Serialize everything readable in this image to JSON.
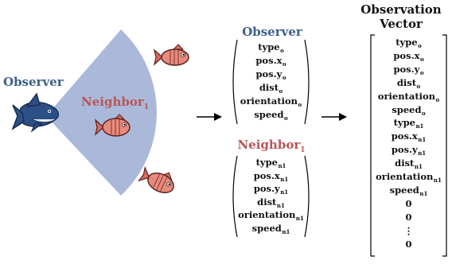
{
  "scene": {
    "observer_label": "Observer",
    "neighbor_label": "Neighbor",
    "neighbor_subscript": "1",
    "colors": {
      "observer": "#3b5f8a",
      "neighbor": "#b85557",
      "view_cone": "#aab9da",
      "shark_body": "#2c4f86",
      "fish_body": "#e98a7d"
    },
    "icons": [
      "shark-icon",
      "fish-icon",
      "fish-icon",
      "fish-icon"
    ]
  },
  "observer_block": {
    "title": "Observer",
    "fields": [
      {
        "name": "type",
        "sub": "o"
      },
      {
        "name": "pos.x",
        "sub": "o"
      },
      {
        "name": "pos.y",
        "sub": "o"
      },
      {
        "name": "dist",
        "sub": "o"
      },
      {
        "name": "orientation",
        "sub": "o"
      },
      {
        "name": "speed",
        "sub": "o"
      }
    ]
  },
  "neighbor_block": {
    "title": "Neighbor",
    "title_sub": "1",
    "fields": [
      {
        "name": "type",
        "sub": "n1"
      },
      {
        "name": "pos.x",
        "sub": "n1"
      },
      {
        "name": "pos.y",
        "sub": "n1"
      },
      {
        "name": "dist",
        "sub": "n1"
      },
      {
        "name": "orientation",
        "sub": "n1"
      },
      {
        "name": "speed",
        "sub": "n1"
      }
    ]
  },
  "vector": {
    "title_line1": "Observation",
    "title_line2": "Vector",
    "items": [
      {
        "name": "type",
        "sub": "o"
      },
      {
        "name": "pos.x",
        "sub": "o"
      },
      {
        "name": "pos.y",
        "sub": "o"
      },
      {
        "name": "dist",
        "sub": "o"
      },
      {
        "name": "orientation",
        "sub": "o"
      },
      {
        "name": "speed",
        "sub": "o"
      },
      {
        "name": "type",
        "sub": "n1"
      },
      {
        "name": "pos.x",
        "sub": "n1"
      },
      {
        "name": "pos.y",
        "sub": "n1"
      },
      {
        "name": "dist",
        "sub": "n1"
      },
      {
        "name": "orientation",
        "sub": "n1"
      },
      {
        "name": "speed",
        "sub": "n1"
      },
      {
        "name": "0",
        "sub": ""
      },
      {
        "name": "0",
        "sub": ""
      },
      {
        "name": "⋮",
        "sub": ""
      },
      {
        "name": "0",
        "sub": ""
      }
    ]
  }
}
